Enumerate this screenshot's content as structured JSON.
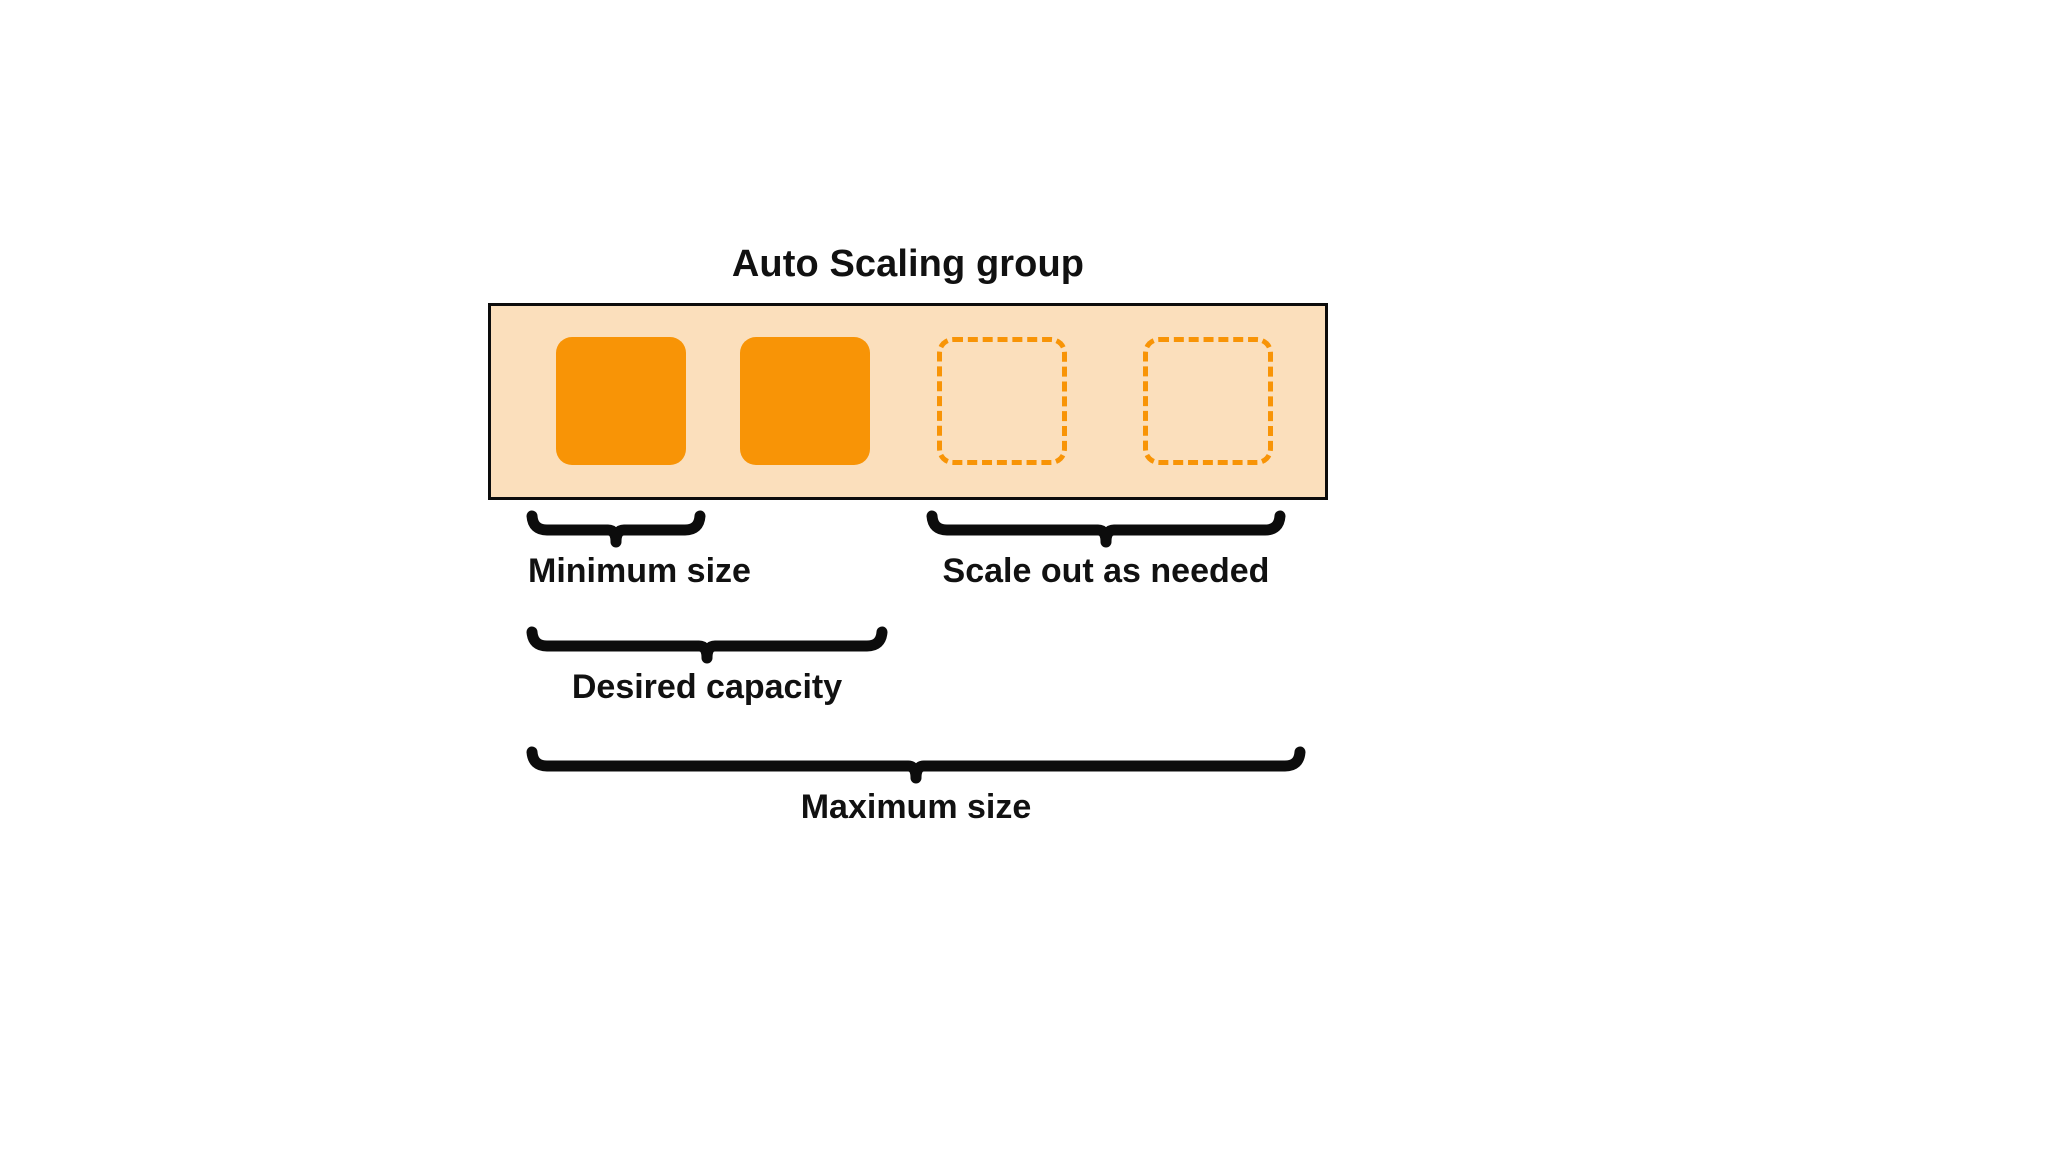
{
  "diagram": {
    "title": "Auto Scaling group",
    "background_color": "#ffffff",
    "group": {
      "name": "auto-scaling-group-container",
      "fill_color": "#fbdfbc",
      "border_color": "#0c0c0c"
    },
    "instances": [
      {
        "state": "running",
        "label": "",
        "fill": "#f89406",
        "style": "solid"
      },
      {
        "state": "running",
        "label": "",
        "fill": "#f89406",
        "style": "solid"
      },
      {
        "state": "potential",
        "label": "",
        "fill": "none",
        "style": "dashed"
      },
      {
        "state": "potential",
        "label": "",
        "fill": "none",
        "style": "dashed"
      }
    ],
    "annotations": [
      {
        "id": "minimum-size",
        "label": "Minimum size",
        "spans_instances": [
          0,
          1
        ]
      },
      {
        "id": "scale-out",
        "label": "Scale out as needed",
        "spans_instances": [
          2,
          3
        ]
      },
      {
        "id": "desired-capacity",
        "label": "Desired capacity",
        "spans_instances": [
          0,
          2
        ]
      },
      {
        "id": "maximum-size",
        "label": "Maximum size",
        "spans_instances": [
          0,
          3
        ]
      }
    ]
  }
}
